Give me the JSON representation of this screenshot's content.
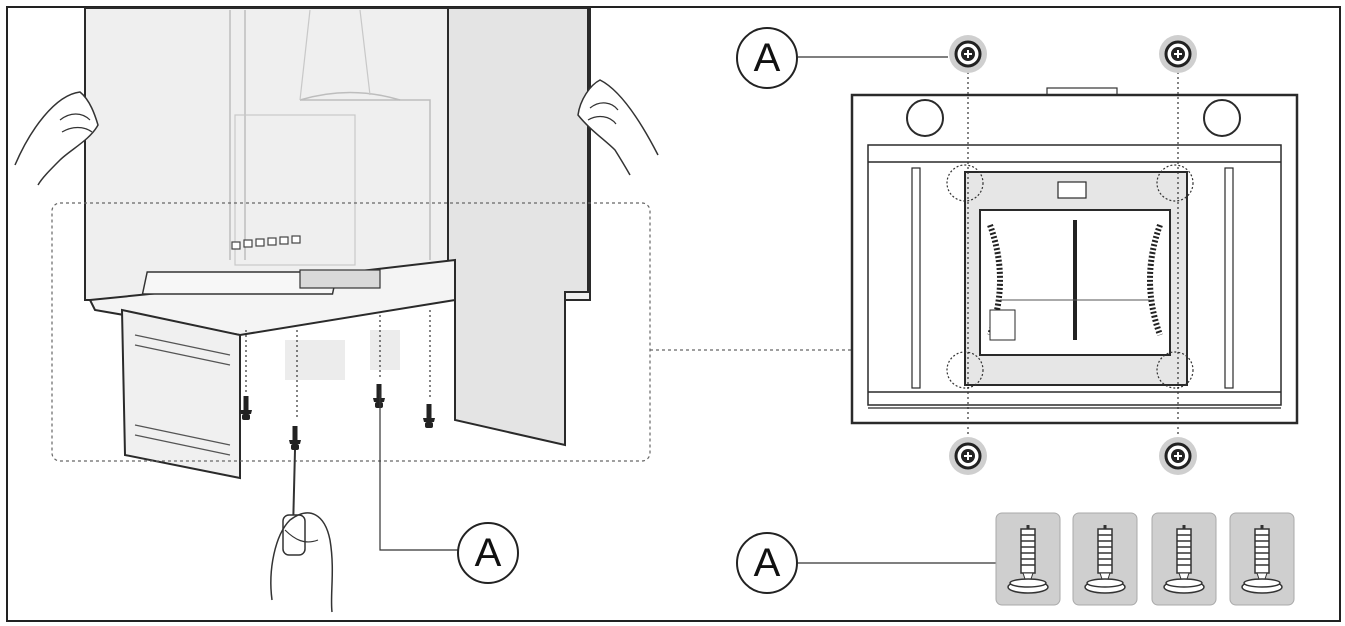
{
  "callouts": {
    "top_right_label": "A",
    "bottom_left_label": "A",
    "parts_label": "A"
  },
  "colors": {
    "line": "#2a2a2a",
    "panel_fill": "#eeeeee",
    "screw_bg": "#cfcfcf",
    "dotted": "#555555"
  }
}
